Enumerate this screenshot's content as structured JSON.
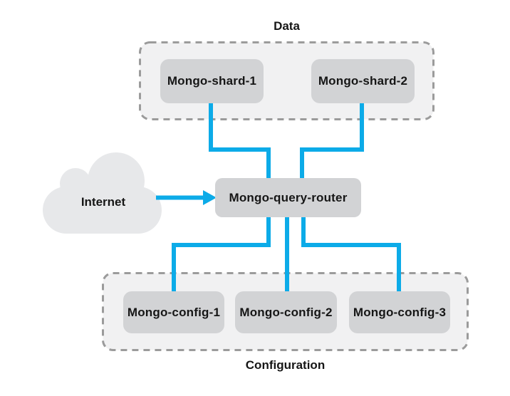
{
  "sections": {
    "data": {
      "label": "Data"
    },
    "configuration": {
      "label": "Configuration"
    }
  },
  "cloud": {
    "label": "Internet"
  },
  "nodes": {
    "shard1": {
      "label": "Mongo-shard-1"
    },
    "shard2": {
      "label": "Mongo-shard-2"
    },
    "router": {
      "label": "Mongo-query-router"
    },
    "config1": {
      "label": "Mongo-config-1"
    },
    "config2": {
      "label": "Mongo-config-2"
    },
    "config3": {
      "label": "Mongo-config-3"
    }
  },
  "colors": {
    "connector": "#0cabe8",
    "node_fill": "#d2d3d5",
    "container_fill": "#f1f1f2",
    "container_border": "#9b9b9b",
    "cloud_fill": "#e7e8ea",
    "text": "#161616",
    "background": "#ffffff"
  }
}
